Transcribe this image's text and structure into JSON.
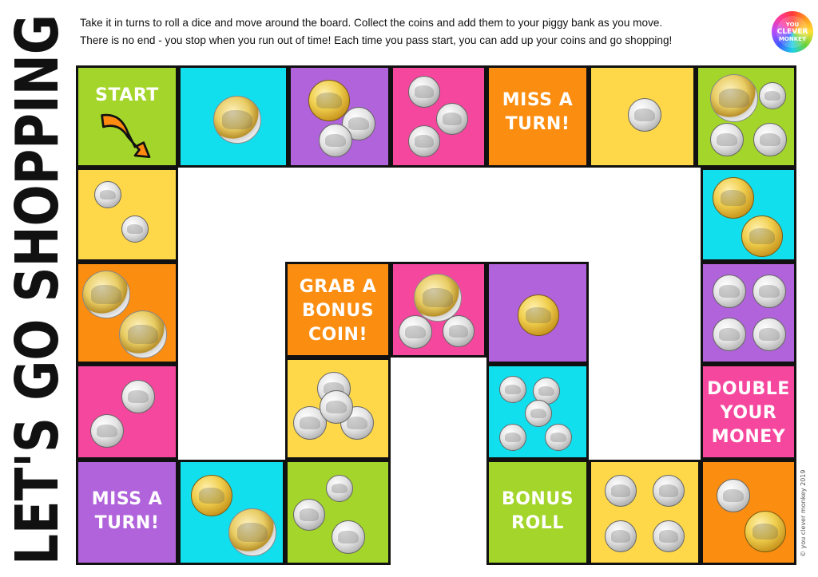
{
  "title": "LET'S GO SHOPPING",
  "instructions": [
    "Take it in turns to roll a dice and move around the board. Collect the coins and add them to your piggy bank as you move.",
    "There is no end - you stop when you run out of time! Each time you pass start, you can add up your coins and go shopping!"
  ],
  "logo": {
    "line1": "YOU",
    "line2": "CLEVER",
    "line3": "MONKEY"
  },
  "copyright": "© you clever monkey 2019",
  "colors": {
    "lime": "#a3d52a",
    "cyan": "#12dfee",
    "purple": "#b063da",
    "pink": "#f6479e",
    "orange": "#fb8d10",
    "yellow": "#fed848",
    "border": "#111111"
  },
  "tiles": [
    {
      "id": "start",
      "color": "lime",
      "caption": [
        "START"
      ],
      "icon": "arrow-icon",
      "coins": []
    },
    {
      "id": "t2",
      "color": "cyan",
      "caption": [],
      "coins": [
        "toonie"
      ]
    },
    {
      "id": "t3",
      "color": "purple",
      "caption": [],
      "coins": [
        "loonie",
        "quarter",
        "quarter"
      ]
    },
    {
      "id": "t4",
      "color": "pink",
      "caption": [],
      "coins": [
        "nickel",
        "nickel",
        "nickel"
      ]
    },
    {
      "id": "t5",
      "color": "orange",
      "caption": [
        "MISS A",
        "TURN!"
      ],
      "coins": []
    },
    {
      "id": "t6",
      "color": "yellow",
      "caption": [],
      "coins": [
        "quarter"
      ]
    },
    {
      "id": "t7",
      "color": "lime",
      "caption": [],
      "coins": [
        "toonie",
        "dime",
        "quarter",
        "quarter"
      ]
    },
    {
      "id": "t8",
      "color": "cyan",
      "caption": [],
      "coins": [
        "loonie",
        "loonie"
      ]
    },
    {
      "id": "t9",
      "color": "purple",
      "caption": [],
      "coins": [
        "quarter",
        "quarter",
        "quarter",
        "quarter"
      ]
    },
    {
      "id": "t10",
      "color": "pink",
      "caption": [
        "DOUBLE",
        "YOUR",
        "MONEY"
      ],
      "coins": []
    },
    {
      "id": "t11",
      "color": "orange",
      "caption": [],
      "coins": [
        "quarter",
        "loonie"
      ]
    },
    {
      "id": "t12",
      "color": "yellow",
      "caption": [],
      "coins": [
        "nickel",
        "nickel",
        "nickel",
        "nickel"
      ]
    },
    {
      "id": "t13",
      "color": "lime",
      "caption": [
        "BONUS",
        "ROLL"
      ],
      "coins": []
    },
    {
      "id": "t14",
      "color": "cyan",
      "caption": [],
      "coins": [
        "dime",
        "dime",
        "dime",
        "dime",
        "dime"
      ]
    },
    {
      "id": "t15",
      "color": "purple",
      "caption": [],
      "coins": [
        "loonie"
      ]
    },
    {
      "id": "t16",
      "color": "pink",
      "caption": [],
      "coins": [
        "toonie",
        "quarter",
        "nickel"
      ]
    },
    {
      "id": "t17",
      "color": "orange",
      "caption": [
        "GRAB A",
        "BONUS",
        "COIN!"
      ],
      "coins": []
    },
    {
      "id": "t18",
      "color": "yellow",
      "caption": [],
      "coins": [
        "quarter",
        "quarter",
        "quarter",
        "quarter"
      ]
    },
    {
      "id": "t19",
      "color": "lime",
      "caption": [],
      "coins": [
        "dime",
        "nickel",
        "quarter"
      ]
    },
    {
      "id": "t20",
      "color": "cyan",
      "caption": [],
      "coins": [
        "loonie",
        "toonie"
      ]
    },
    {
      "id": "t21",
      "color": "purple",
      "caption": [
        "MISS A",
        "TURN!"
      ],
      "coins": []
    },
    {
      "id": "t22",
      "color": "pink",
      "caption": [],
      "coins": [
        "quarter",
        "quarter"
      ]
    },
    {
      "id": "t23",
      "color": "orange",
      "caption": [],
      "coins": [
        "toonie",
        "toonie"
      ]
    },
    {
      "id": "t24",
      "color": "yellow",
      "caption": [],
      "coins": [
        "dime",
        "dime"
      ]
    }
  ]
}
